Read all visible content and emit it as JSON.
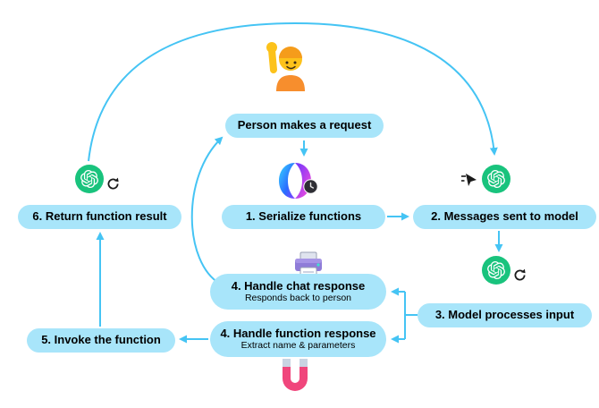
{
  "colors": {
    "pill_bg": "#a8e5fa",
    "arrow": "#45c4f4",
    "openai_green": "#19c37d",
    "ink": "#000000"
  },
  "nodes": {
    "person_request": {
      "label": "Person makes a request"
    },
    "serialize_functions": {
      "label": "1. Serialize functions"
    },
    "messages_sent": {
      "label": "2. Messages sent to model"
    },
    "model_processes": {
      "label": "3. Model processes input"
    },
    "handle_chat_response": {
      "label": "4. Handle chat response",
      "sublabel": "Responds back to person"
    },
    "handle_function_response": {
      "label": "4. Handle function response",
      "sublabel": "Extract name & parameters"
    },
    "invoke_function": {
      "label": "5. Invoke the function"
    },
    "return_result": {
      "label": "6. Return function result"
    }
  },
  "icons": [
    {
      "name": "person-raising-hand-icon"
    },
    {
      "name": "copilot-sparkle-icon"
    },
    {
      "name": "clock-icon"
    },
    {
      "name": "openai-logo-icon"
    },
    {
      "name": "cursor-pointer-icon"
    },
    {
      "name": "refresh-icon"
    },
    {
      "name": "printer-icon"
    },
    {
      "name": "magnet-icon"
    }
  ],
  "edges": [
    {
      "from": "person_request",
      "to": "serialize_functions"
    },
    {
      "from": "serialize_functions",
      "to": "messages_sent"
    },
    {
      "from": "messages_sent",
      "to": "model_processes"
    },
    {
      "from": "model_processes",
      "to": "handle_chat_response"
    },
    {
      "from": "model_processes",
      "to": "handle_function_response"
    },
    {
      "from": "handle_chat_response",
      "to": "person_request"
    },
    {
      "from": "handle_function_response",
      "to": "invoke_function"
    },
    {
      "from": "invoke_function",
      "to": "return_result"
    },
    {
      "from": "return_result",
      "to": "messages_sent"
    }
  ]
}
